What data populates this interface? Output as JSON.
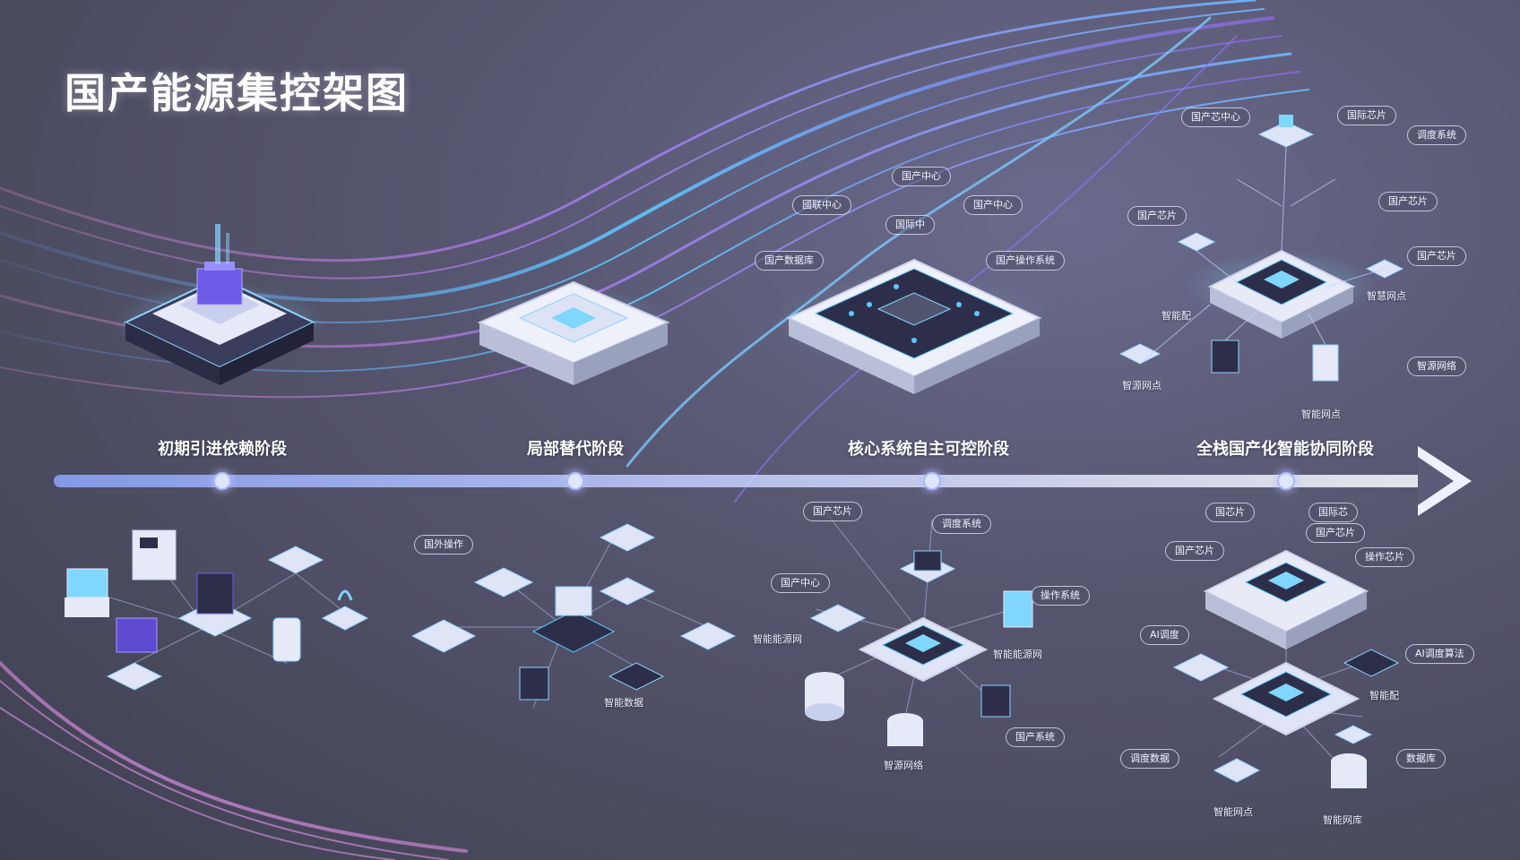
{
  "title": "国产能源集控架图",
  "stages": [
    {
      "label": "初期引进依赖阶段"
    },
    {
      "label": "局部替代阶段"
    },
    {
      "label": "核心系统自主可控阶段"
    },
    {
      "label": "全栈国产化智能协同阶段"
    }
  ],
  "stage3_top": {
    "labels": [
      "国产中心",
      "國联中心",
      "国产中心",
      "国际中",
      "国产数据库",
      "国产操作系统"
    ]
  },
  "stage4_top": {
    "labels": [
      "国产芯中心",
      "国际芯片",
      "调度系统",
      "国产芯片",
      "国产芯片",
      "国产芯片",
      "智能配",
      "智慧网点",
      "智源网点",
      "智源网络",
      "智能网点"
    ]
  },
  "stage2_bottom": {
    "labels": [
      "国外操作",
      "智能数据"
    ]
  },
  "stage3_bottom": {
    "labels": [
      "国产芯片",
      "国产中心",
      "调度系统",
      "操作系统",
      "智能能源网",
      "智能能源网",
      "智源网络",
      "国产系统"
    ]
  },
  "stage4_bottom": {
    "labels": [
      "国芯片",
      "国际芯",
      "国产芯片",
      "国产芯片",
      "操作芯片",
      "AI调度",
      "AI调度算法",
      "智能配",
      "调度数据",
      "数据库",
      "智能网点",
      "智能网库"
    ]
  },
  "colors": {
    "accent_blue": "#4fc3ff",
    "accent_purple": "#a56bff",
    "device_body": "#e9ecf6",
    "device_dark": "#2d2f4a"
  }
}
